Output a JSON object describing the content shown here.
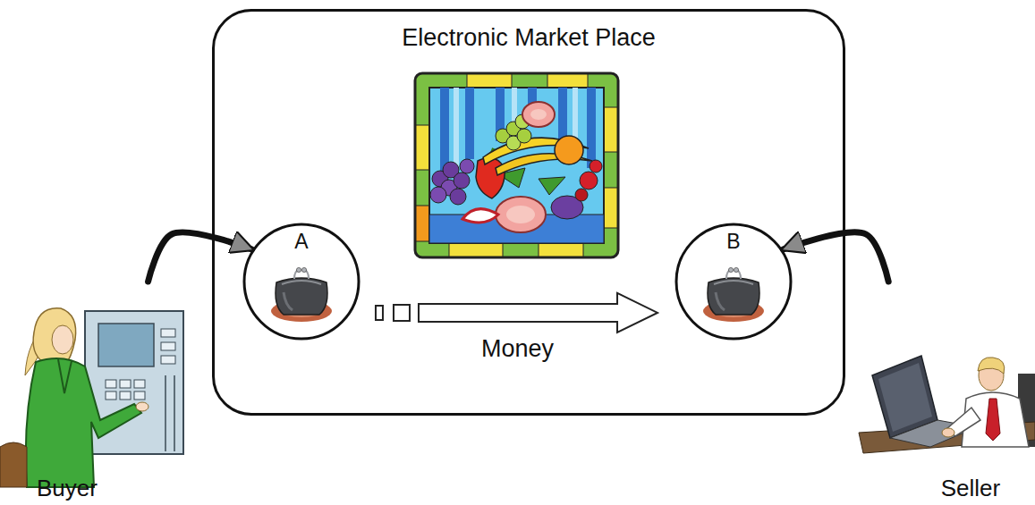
{
  "diagram": {
    "nodes": [
      {
        "text": [
          "Electronic Market Place"
        ]
      },
      {
        "text": [
          "A"
        ],
        "in": 0
      },
      {
        "text": [
          "B"
        ],
        "in": 0
      },
      {
        "text": [
          "Buyer"
        ]
      },
      {
        "text": [
          "Seller"
        ]
      }
    ],
    "edges": [
      {
        "from": 3,
        "to": 1,
        "arrow": "to"
      },
      {
        "from": 4,
        "to": 2,
        "arrow": "to"
      },
      {
        "from": 1,
        "to": 2,
        "label": "Money",
        "arrow": "to"
      }
    ]
  }
}
